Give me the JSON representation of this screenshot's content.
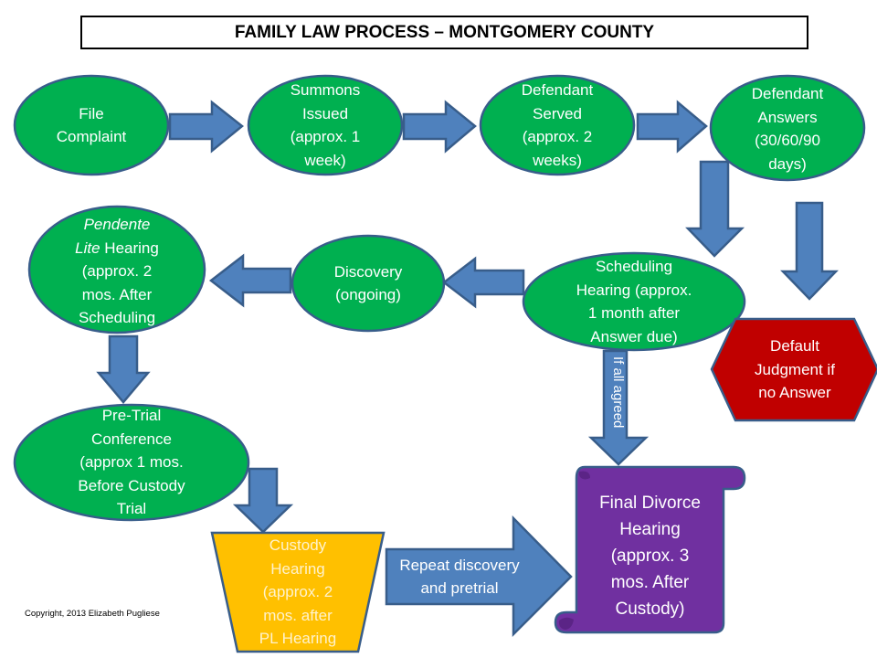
{
  "title": "FAMILY LAW PROCESS – MONTGOMERY COUNTY",
  "nodes": {
    "file_complaint": "File\nComplaint",
    "summons_issued": "Summons\nIssued\n(approx. 1\nweek)",
    "defendant_served": "Defendant\nServed\n(approx. 2\nweeks)",
    "defendant_answers": "Defendant\nAnswers\n(30/60/90\ndays)",
    "scheduling_hearing": "Scheduling\nHearing (approx.\n1 month after\nAnswer due)",
    "discovery": "Discovery\n(ongoing)",
    "pendente_lite": {
      "italic1": "Pendente",
      "italic2": "Lite",
      "rest": " Hearing\n(approx. 2\nmos. After\nScheduling"
    },
    "pre_trial": "Pre-Trial\nConference\n(approx 1 mos.\nBefore Custody\nTrial",
    "custody_hearing": "Custody\nHearing\n(approx. 2\nmos. after\nPL Hearing",
    "default_judgment": "Default\nJudgment if\nno Answer",
    "final_divorce": "Final Divorce\nHearing\n(approx. 3\nmos. After\nCustody)"
  },
  "arrows": {
    "if_all_agreed": "If all agreed",
    "repeat": "Repeat discovery\nand pretrial"
  },
  "copyright": "Copyright, 2013 Elizabeth Pugliese",
  "colors": {
    "green": "#00B050",
    "blue": "#4F81BD",
    "outline": "#385D8A",
    "red": "#C00000",
    "gold": "#FFC000",
    "purple": "#7030A0"
  }
}
